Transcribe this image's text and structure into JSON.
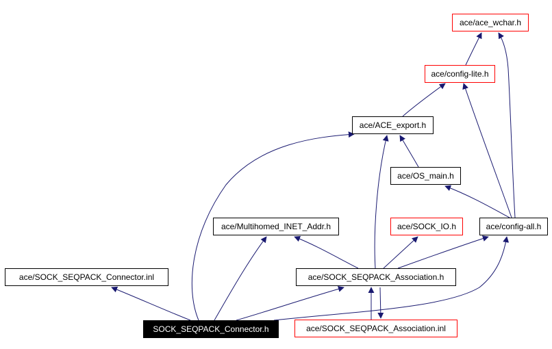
{
  "diagram": {
    "type": "include-dependency-graph",
    "edge_color": "#191970",
    "nodes": [
      {
        "id": "ace_wchar",
        "label": "ace/ace_wchar.h",
        "style": "red"
      },
      {
        "id": "config_lite",
        "label": "ace/config-lite.h",
        "style": "red"
      },
      {
        "id": "ace_export",
        "label": "ace/ACE_export.h",
        "style": "normal"
      },
      {
        "id": "os_main",
        "label": "ace/OS_main.h",
        "style": "normal"
      },
      {
        "id": "multihomed",
        "label": "ace/Multihomed_INET_Addr.h",
        "style": "normal"
      },
      {
        "id": "sock_io",
        "label": "ace/SOCK_IO.h",
        "style": "red"
      },
      {
        "id": "config_all",
        "label": "ace/config-all.h",
        "style": "normal"
      },
      {
        "id": "connector_inl",
        "label": "ace/SOCK_SEQPACK_Connector.inl",
        "style": "normal"
      },
      {
        "id": "association_h",
        "label": "ace/SOCK_SEQPACK_Association.h",
        "style": "normal"
      },
      {
        "id": "connector_h",
        "label": "SOCK_SEQPACK_Connector.h",
        "style": "root"
      },
      {
        "id": "association_inl",
        "label": "ace/SOCK_SEQPACK_Association.inl",
        "style": "red"
      }
    ],
    "edges": [
      {
        "from": "config_lite",
        "to": "ace_wchar"
      },
      {
        "from": "config_all",
        "to": "ace_wchar"
      },
      {
        "from": "ace_export",
        "to": "config_lite"
      },
      {
        "from": "config_all",
        "to": "config_lite"
      },
      {
        "from": "connector_h",
        "to": "ace_export"
      },
      {
        "from": "association_h",
        "to": "ace_export"
      },
      {
        "from": "os_main",
        "to": "ace_export"
      },
      {
        "from": "config_all",
        "to": "os_main"
      },
      {
        "from": "connector_h",
        "to": "multihomed"
      },
      {
        "from": "association_h",
        "to": "multihomed"
      },
      {
        "from": "association_h",
        "to": "sock_io"
      },
      {
        "from": "association_h",
        "to": "config_all"
      },
      {
        "from": "connector_h",
        "to": "config_all"
      },
      {
        "from": "connector_h",
        "to": "connector_inl"
      },
      {
        "from": "connector_h",
        "to": "association_h"
      },
      {
        "from": "association_inl",
        "to": "association_h"
      },
      {
        "from": "association_h",
        "to": "association_inl"
      }
    ]
  }
}
